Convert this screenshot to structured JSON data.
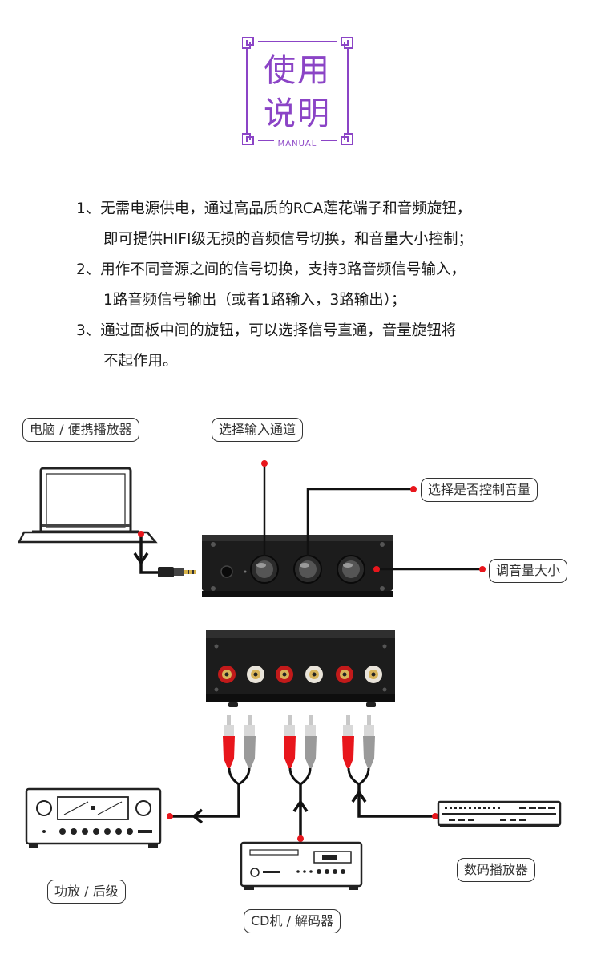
{
  "header": {
    "title_line1": "使用",
    "title_line2": "说明",
    "subtitle": "MANUAL",
    "accent_color": "#8b44c6"
  },
  "instructions": [
    {
      "line1": "1、无需电源供电，通过高品质的RCA莲花端子和音频旋钮，",
      "line2": "即可提供HIFI级无损的音频信号切换，和音量大小控制；"
    },
    {
      "line1": "2、用作不同音源之间的信号切换，支持3路音频信号输入，",
      "line2": "1路音频信号输出（或者1路输入，3路输出）；"
    },
    {
      "line1": "3、通过面板中间的旋钮，可以选择信号直通，音量旋钮将",
      "line2": "不起作用。"
    }
  ],
  "diagram_labels": {
    "computer": "电脑 / 便携播放器",
    "input_select": "选择输入通道",
    "volume_control_select": "选择是否控制音量",
    "volume_adjust": "调音量大小",
    "amplifier": "功放 / 后级",
    "cd_player": "CD机 / 解码器",
    "digital_player": "数码播放器"
  },
  "colors": {
    "pointer_dot": "#e8161c",
    "cable_red": "#e8161c",
    "cable_grey": "#9a9a9a",
    "device_body": "#1c1c1c"
  },
  "icons": [
    "laptop-icon",
    "headphone-jack-icon",
    "switch-box-front-icon",
    "switch-box-rear-icon",
    "rca-cable-icon",
    "amplifier-icon",
    "cd-player-icon",
    "digital-player-icon"
  ]
}
